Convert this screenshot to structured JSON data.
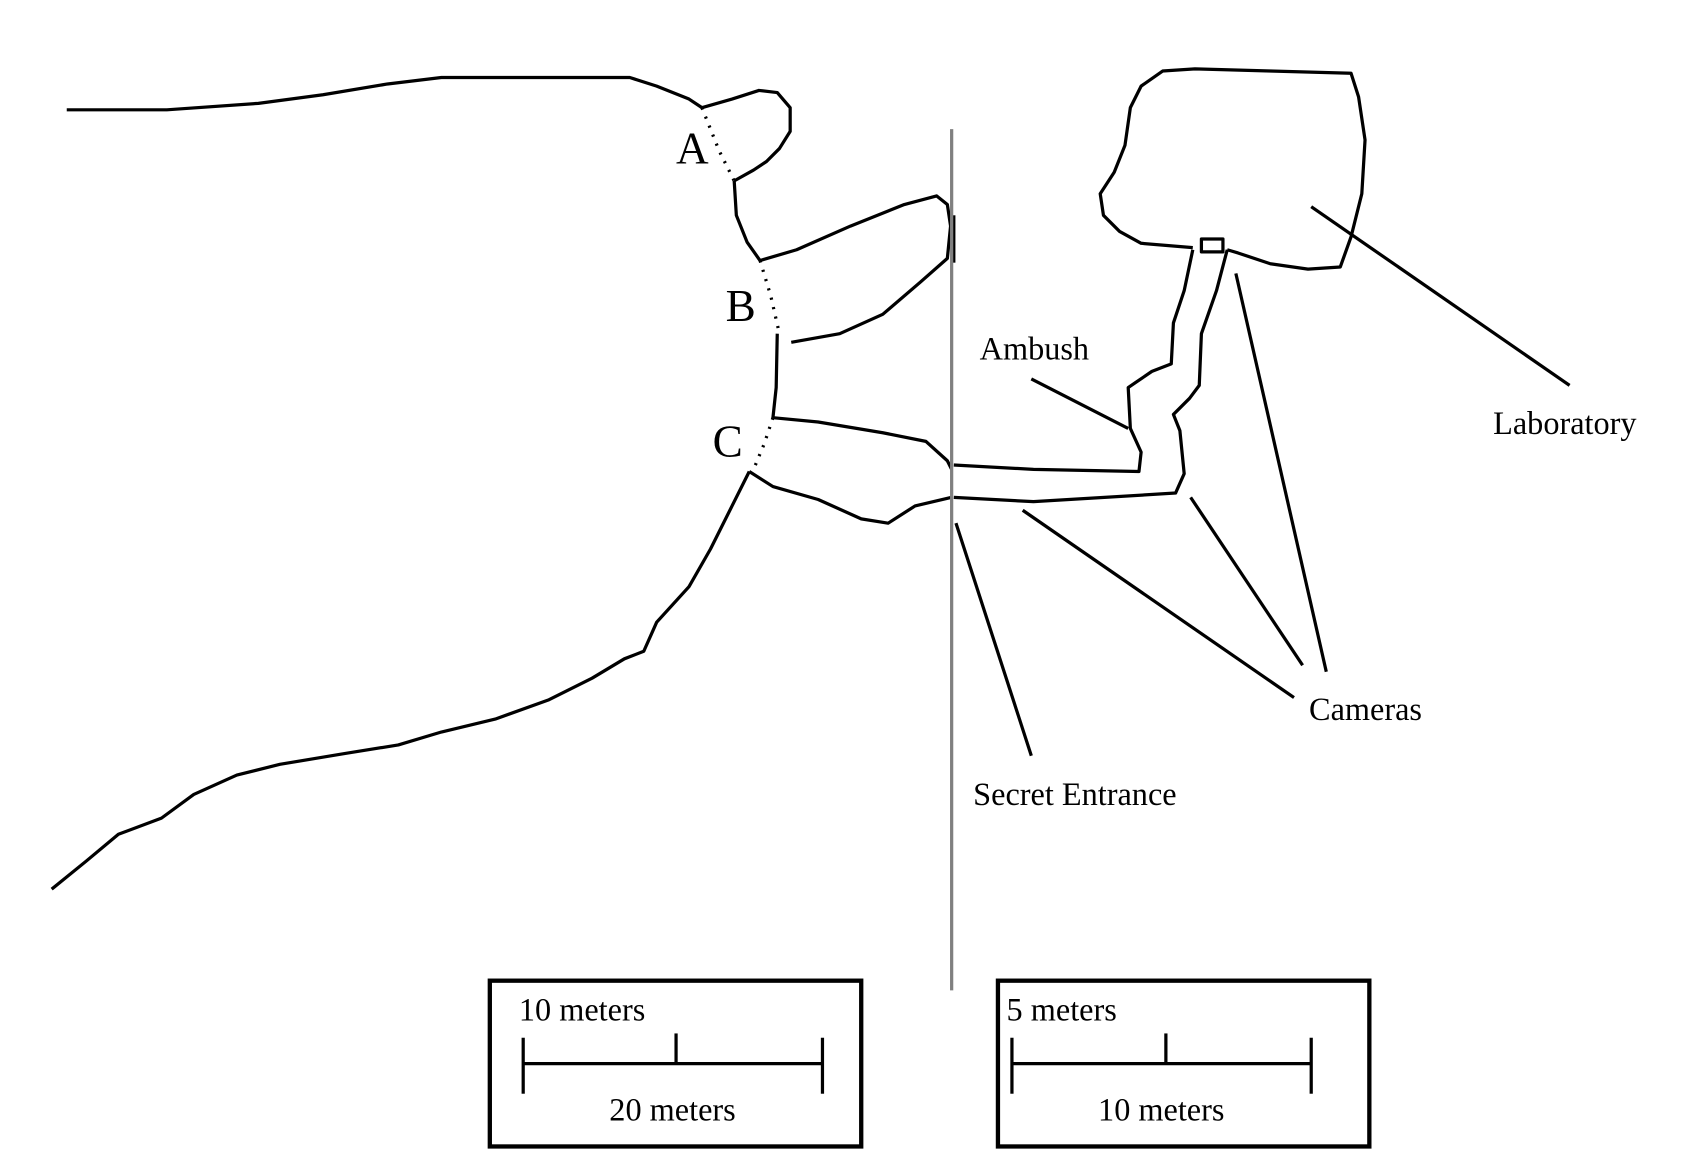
{
  "title": "Cave map with laboratory",
  "points": {
    "a": "A",
    "b": "B",
    "c": "C"
  },
  "labels": {
    "ambush": "Ambush",
    "laboratory": "Laboratory",
    "cameras": "Cameras",
    "secret_entrance": "Secret Entrance"
  },
  "scale_left": {
    "top": "10 meters",
    "bottom": "20 meters"
  },
  "scale_right": {
    "top": "5 meters",
    "bottom": "10 meters"
  },
  "colors": {
    "line": "#000000",
    "divider": "#808080",
    "background": "#ffffff"
  }
}
